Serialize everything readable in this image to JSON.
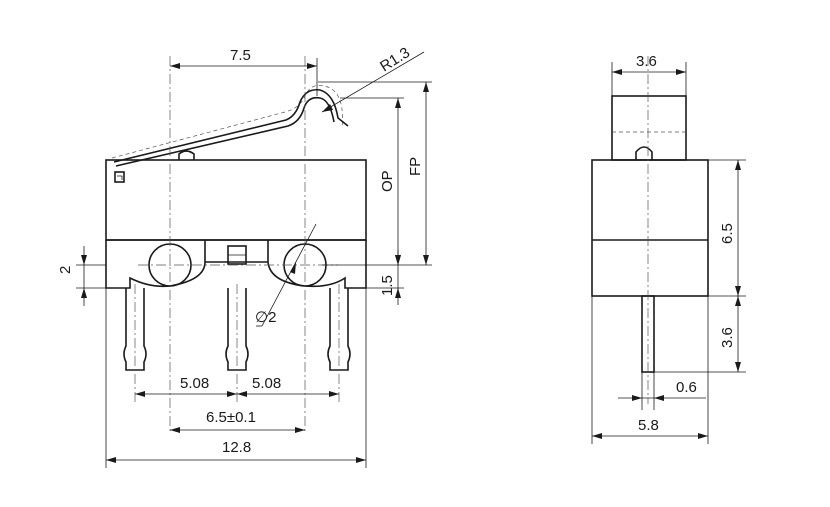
{
  "front_view": {
    "dims": {
      "lever_length": "7.5",
      "lever_radius": "R1.3",
      "op_label": "OP",
      "fp_label": "FP",
      "hole_offset": "2",
      "base_step": "1.5",
      "hole_dia": "∅2",
      "pitch_left": "5.08",
      "pitch_right": "5.08",
      "hole_pitch": "6.5±0.1",
      "overall_length": "12.8"
    }
  },
  "side_view": {
    "dims": {
      "top_width": "3.6",
      "body_height": "6.5",
      "pin_length": "3.6",
      "pin_thickness": "0.6",
      "overall_width": "5.8"
    }
  },
  "colors": {
    "line": "#1a1a1a",
    "center_line": "#555555",
    "background": "#ffffff"
  }
}
